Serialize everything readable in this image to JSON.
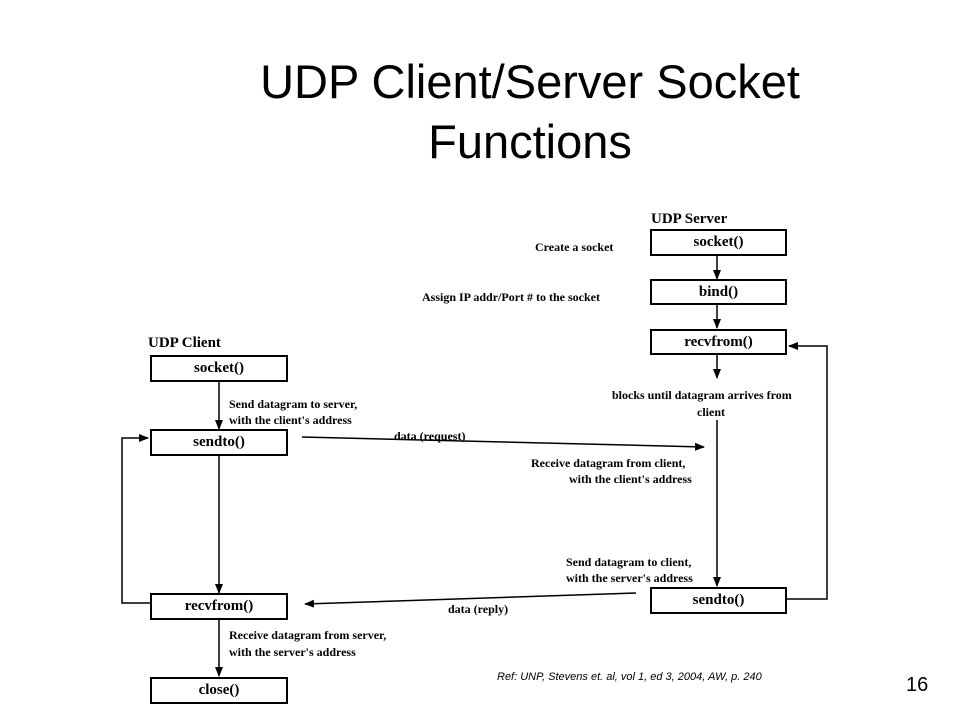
{
  "title": "UDP Client/Server Socket Functions",
  "slide_number": "16",
  "server": {
    "heading": "UDP Server",
    "socket": "socket()",
    "bind": "bind()",
    "recvfrom": "recvfrom()",
    "sendto": "sendto()",
    "create_label": "Create a socket",
    "assign_label": "Assign IP addr/Port # to the socket",
    "blocks_label_1": "blocks until datagram arrives from",
    "blocks_label_2": "client",
    "receive_label_1": "Receive datagram from client,",
    "receive_label_2": "with the client's address",
    "send_label_1": "Send datagram to client,",
    "send_label_2": "with the server's address"
  },
  "client": {
    "heading": "UDP Client",
    "socket": "socket()",
    "sendto": "sendto()",
    "recvfrom": "recvfrom()",
    "close": "close()",
    "send_label_1": "Send datagram to server,",
    "send_label_2": "with the client's address",
    "receive_label_1": "Receive datagram from server,",
    "receive_label_2": "with the server's address"
  },
  "flows": {
    "request": "data  (request)",
    "reply": "data  (reply)"
  },
  "reference": "Ref: UNP, Stevens et. al, vol 1, ed 3, 2004, AW, p. 240"
}
